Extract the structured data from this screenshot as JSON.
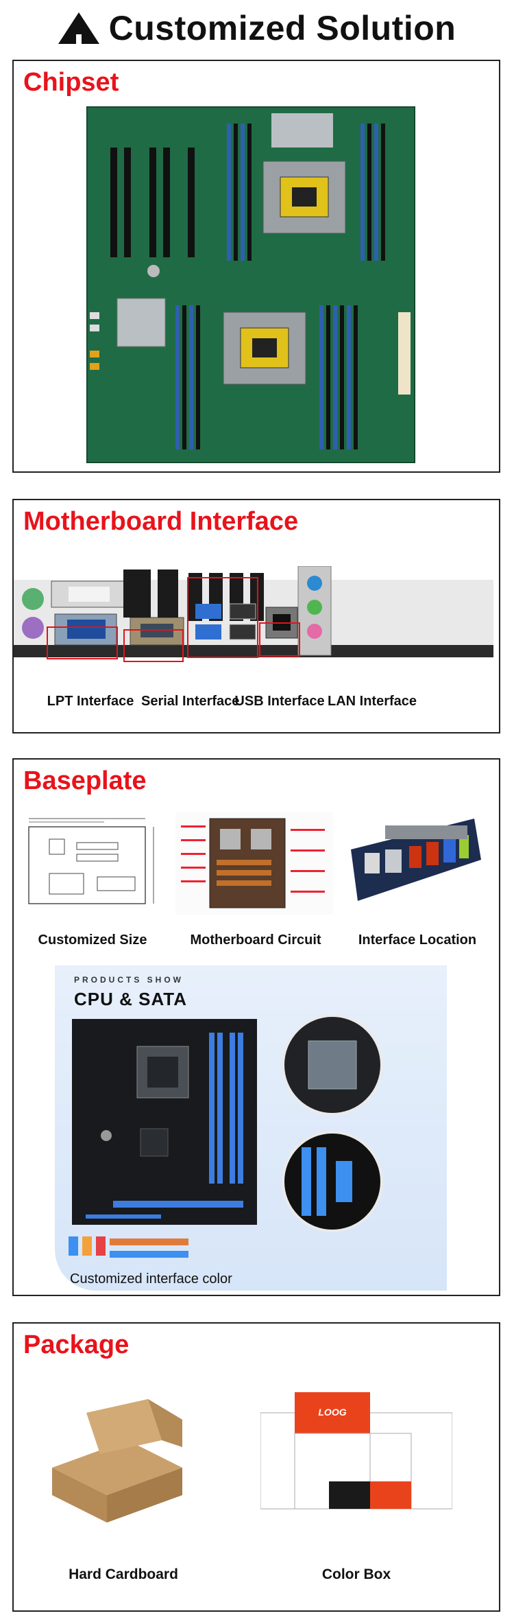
{
  "header": {
    "title": "Customized Solution",
    "icon": "triangle-logo-icon"
  },
  "chipset": {
    "title": "Chipset"
  },
  "motherboard_interface": {
    "title": "Motherboard Interface",
    "labels": [
      "LPT Interface",
      "Serial Interface",
      "USB Interface",
      "LAN Interface"
    ]
  },
  "baseplate": {
    "title": "Baseplate",
    "thumb_captions": [
      "Customized Size",
      "Motherboard Circuit",
      "Interface Location"
    ],
    "promo": {
      "small_heading": "PRODUCTS SHOW",
      "heading": "CPU & SATA",
      "footer": "Customized interface color"
    }
  },
  "package": {
    "title": "Package",
    "captions": [
      "Hard Cardboard",
      "Color Box"
    ],
    "brand": "LOOG"
  },
  "colors": {
    "accent_red": "#e8131b",
    "pcb_green": "#1f6b45",
    "dimm_blue": "#2f5fb0"
  }
}
